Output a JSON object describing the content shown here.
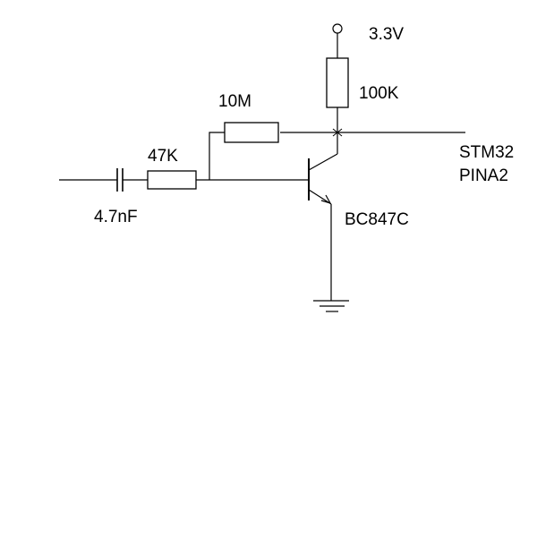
{
  "schematic": {
    "supply": {
      "label": "3.3V"
    },
    "pullup_resistor": {
      "value": "100K"
    },
    "feedback_resistor": {
      "value": "10M"
    },
    "input_resistor": {
      "value": "47K"
    },
    "coupling_capacitor": {
      "value": "4.7nF"
    },
    "transistor": {
      "part": "BC847C"
    },
    "output": {
      "line1": "STM32",
      "line2": "PINA2"
    }
  }
}
